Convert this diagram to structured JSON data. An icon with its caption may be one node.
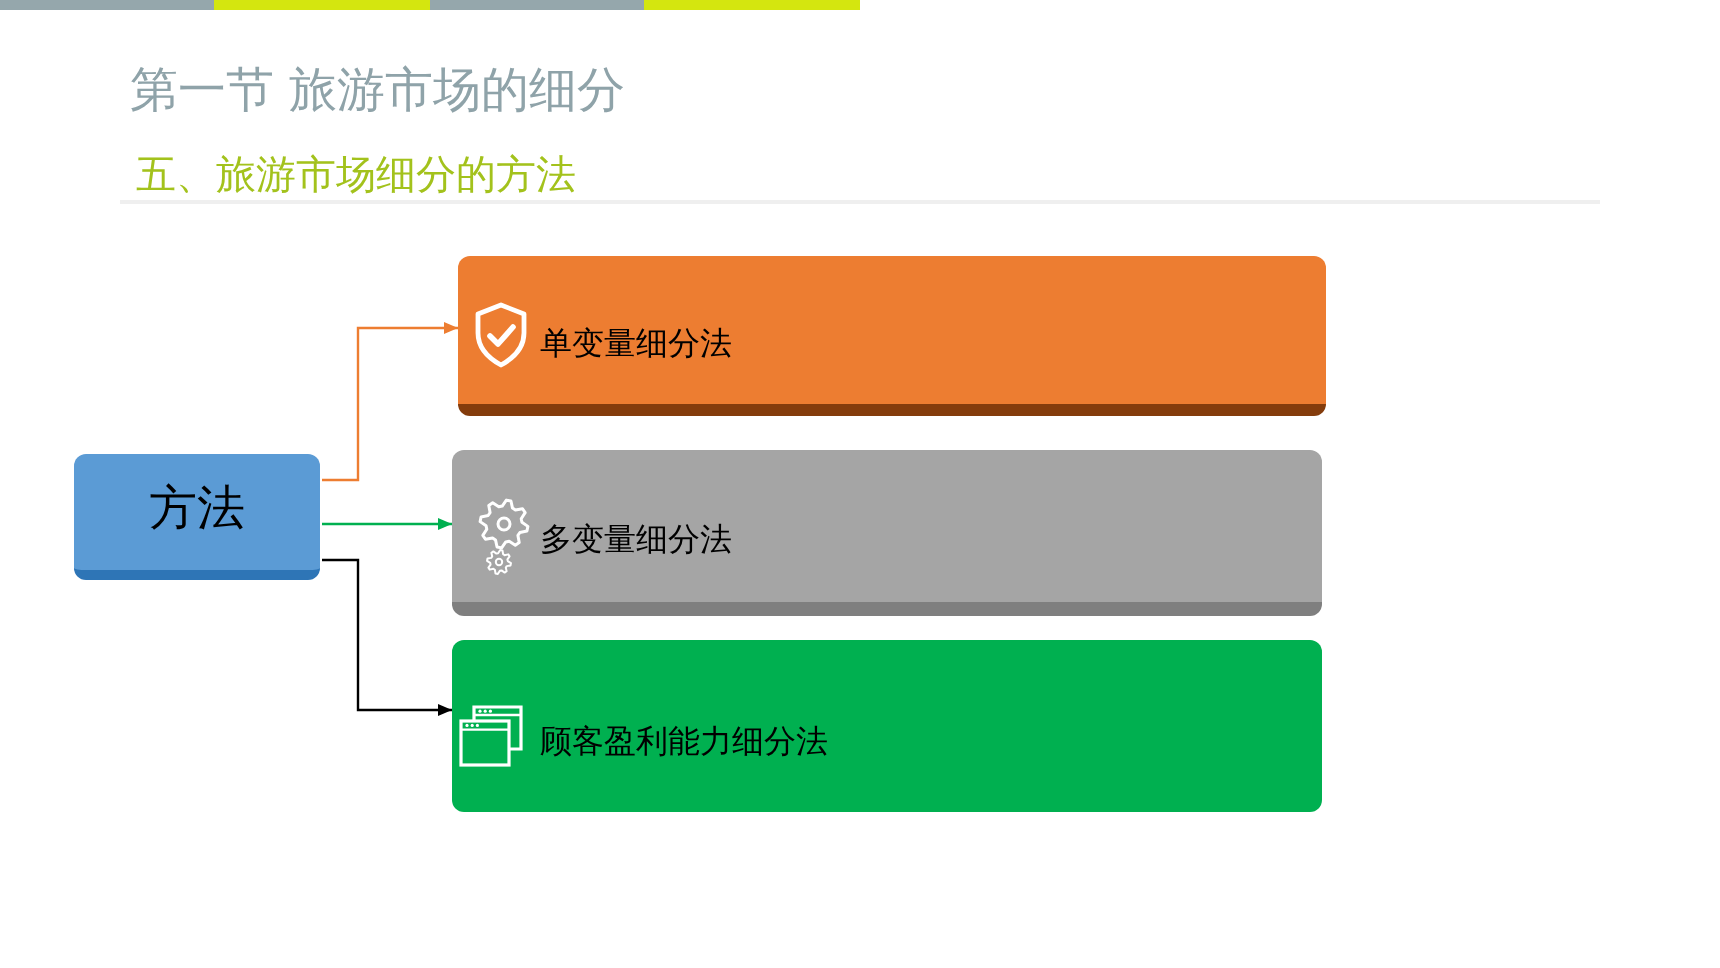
{
  "diagram": {
    "title": "第一节 旅游市场的细分",
    "nodes": [
      {
        "text": [
          "方法"
        ]
      },
      {
        "text": [
          "单变量细分法"
        ]
      },
      {
        "text": [
          "多变量细分法"
        ]
      },
      {
        "text": [
          "顾客盈利能力细分法"
        ]
      }
    ],
    "edges": [
      {
        "from": 0,
        "to": 1,
        "arrow": "to",
        "color": "#ed7d31"
      },
      {
        "from": 0,
        "to": 2,
        "arrow": "to",
        "color": "#00b050"
      },
      {
        "from": 0,
        "to": 3,
        "arrow": "to",
        "color": "#000000"
      }
    ],
    "labels": [
      "五、旅游市场细分的方法"
    ]
  }
}
